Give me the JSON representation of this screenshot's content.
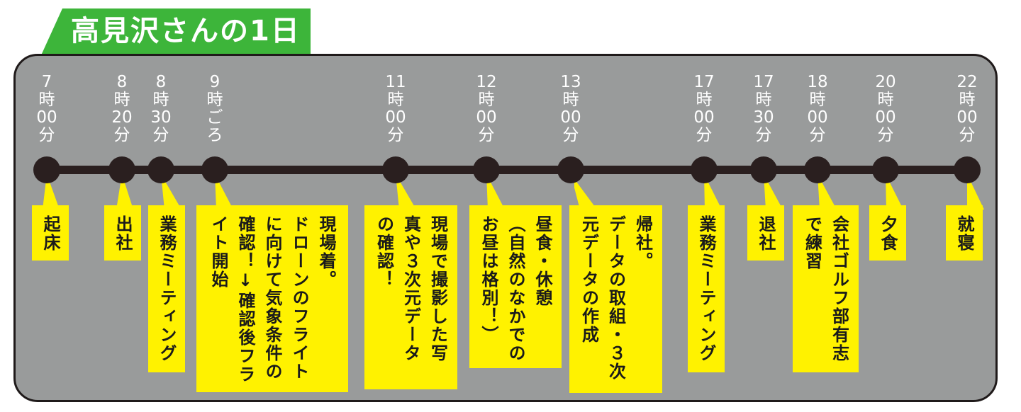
{
  "title": "高見沢さんの1日",
  "events": [
    {
      "time": [
        "7",
        "時",
        "00",
        "分"
      ],
      "lines": [
        "起床"
      ]
    },
    {
      "time": [
        "8",
        "時",
        "20",
        "分"
      ],
      "lines": [
        "出社"
      ]
    },
    {
      "time": [
        "8",
        "時",
        "30",
        "分"
      ],
      "lines": [
        "業務ミーティング"
      ]
    },
    {
      "time": [
        "9",
        "時",
        "ご",
        "ろ"
      ],
      "lines": [
        "現場着。",
        "ドローンのフライト",
        "に向けて気象条件の",
        "確認！↓確認後フラ",
        "イト開始"
      ]
    },
    {
      "time": [
        "11",
        "時",
        "00",
        "分"
      ],
      "lines": [
        "現場で撮影した写",
        "真や３次元データ",
        "の確認！"
      ]
    },
    {
      "time": [
        "12",
        "時",
        "00",
        "分"
      ],
      "lines": [
        "昼食・休憩",
        "（自然のなかでの",
        "お昼は格別！）"
      ]
    },
    {
      "time": [
        "13",
        "時",
        "00",
        "分"
      ],
      "lines": [
        "帰社。",
        "データの取組・３次",
        "元データの作成"
      ]
    },
    {
      "time": [
        "17",
        "時",
        "00",
        "分"
      ],
      "lines": [
        "業務ミーティング"
      ]
    },
    {
      "time": [
        "17",
        "時",
        "30",
        "分"
      ],
      "lines": [
        "退社"
      ]
    },
    {
      "time": [
        "18",
        "時",
        "00",
        "分"
      ],
      "lines": [
        "会社ゴルフ部有志",
        "で練習"
      ]
    },
    {
      "time": [
        "20",
        "時",
        "00",
        "分"
      ],
      "lines": [
        "夕食"
      ]
    },
    {
      "time": [
        "22",
        "時",
        "00",
        "分"
      ],
      "lines": [
        "就寝"
      ]
    }
  ],
  "colors": {
    "title_background": "#3db53a",
    "panel_background": "#999b9b",
    "event_box": "#fff200",
    "timeline": "#2a1f1f"
  }
}
